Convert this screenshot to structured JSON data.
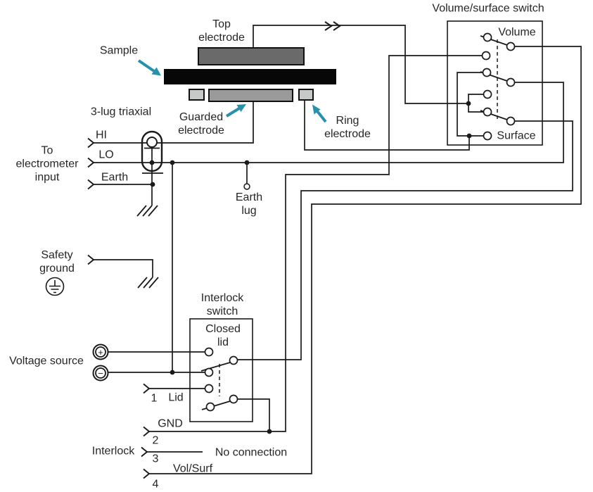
{
  "fixture": {
    "sample_label": "Sample",
    "top_electrode_label": "Top electrode",
    "guarded_electrode_label": "Guarded electrode",
    "ring_electrode_label": "Ring electrode"
  },
  "electrometer": {
    "connector_label": "3-lug triaxial",
    "input_label": "To electrometer input",
    "terminals": {
      "hi": "HI",
      "lo": "LO",
      "earth": "Earth"
    }
  },
  "grounds": {
    "earth_lug_label": "Earth lug",
    "safety_ground_label": "Safety ground"
  },
  "voltage_source": {
    "label": "Voltage source",
    "plus": "+",
    "minus": "−"
  },
  "interlock_switch": {
    "title": "Interlock switch",
    "position_label": "Closed lid"
  },
  "volume_surface_switch": {
    "title": "Volume/surface switch",
    "volume_label": "Volume",
    "surface_label": "Surface"
  },
  "connector_pins": {
    "group_label": "Interlock",
    "pin1": {
      "number": "1",
      "label": "Lid"
    },
    "pin2": {
      "number": "2",
      "label": "GND"
    },
    "pin3": {
      "number": "3",
      "label": "No connection"
    },
    "pin4": {
      "number": "4",
      "label": "Vol/Surf"
    }
  },
  "colors": {
    "wire": "#1a1a1a",
    "text": "#262626",
    "bg": "#ffffff",
    "arrow": "#2791ab",
    "top-fill": "#6a6a6a",
    "guarded-fill": "#9a9a9a",
    "ring-fill": "#c7c9c9",
    "sample-fill": "#070707"
  }
}
